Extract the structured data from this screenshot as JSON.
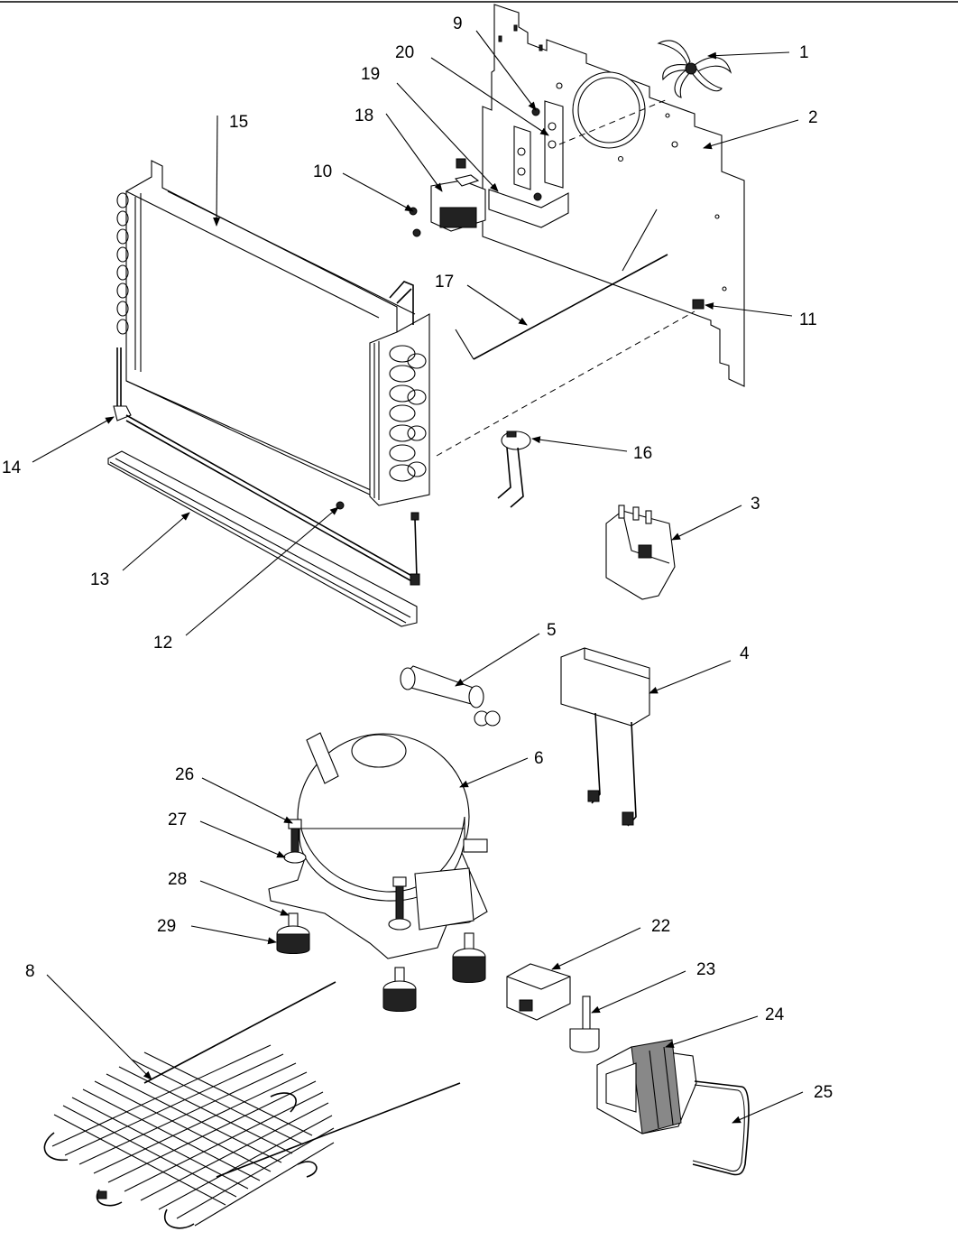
{
  "callouts": [
    "1",
    "2",
    "3",
    "4",
    "5",
    "6",
    "8",
    "9",
    "10",
    "11",
    "12",
    "13",
    "14",
    "15",
    "16",
    "17",
    "18",
    "19",
    "20",
    "22",
    "23",
    "24",
    "25",
    "26",
    "27",
    "28",
    "29"
  ]
}
